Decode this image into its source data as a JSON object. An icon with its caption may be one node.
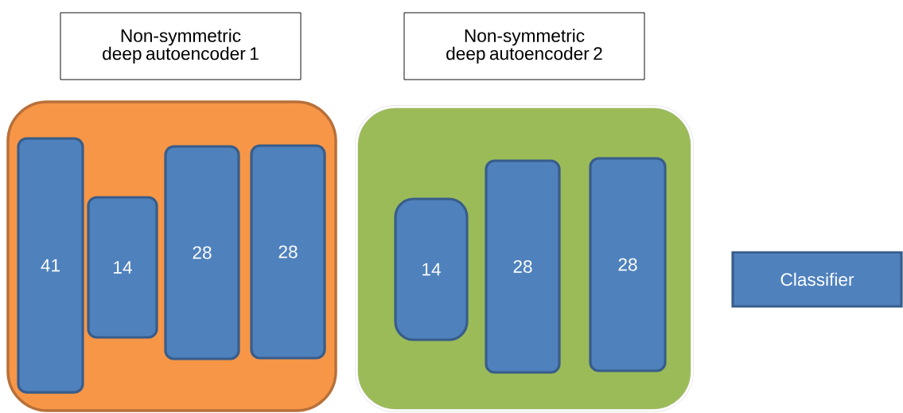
{
  "diagram": {
    "nodes": [
      {
        "text": [
          "Non-symmetric deep autoencoder 1"
        ]
      },
      {
        "text": [
          "Non-symmetric deep autoencoder 2"
        ]
      },
      {
        "text": [],
        "shape": "box"
      },
      {
        "text": [
          "41"
        ],
        "in": 2
      },
      {
        "text": [
          "14"
        ],
        "in": 2
      },
      {
        "text": [
          "28"
        ],
        "in": 2
      },
      {
        "text": [
          "28"
        ],
        "in": 2
      },
      {
        "text": [],
        "shape": "box"
      },
      {
        "text": [
          "14"
        ],
        "in": 7
      },
      {
        "text": [
          "28"
        ],
        "in": 7
      },
      {
        "text": [
          "28"
        ],
        "in": 7
      },
      {
        "text": [
          "Classifier"
        ]
      }
    ]
  }
}
